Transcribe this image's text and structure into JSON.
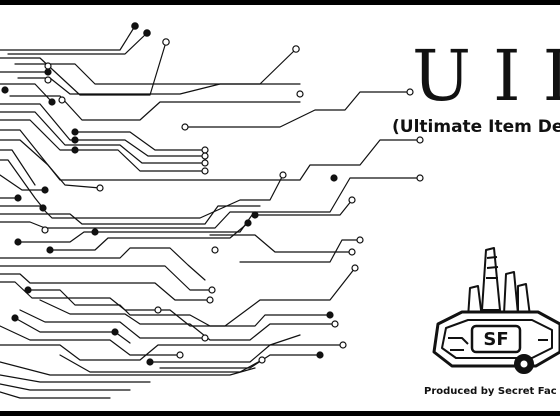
{
  "title": "UII",
  "subtitle": "(Ultimate Item De",
  "credit": "Produced by Secret Fac",
  "logo": {
    "icon": "factory-logo-icon",
    "text": "SF"
  },
  "colors": {
    "ink": "#111111",
    "background": "#ffffff",
    "border": "#000000"
  }
}
